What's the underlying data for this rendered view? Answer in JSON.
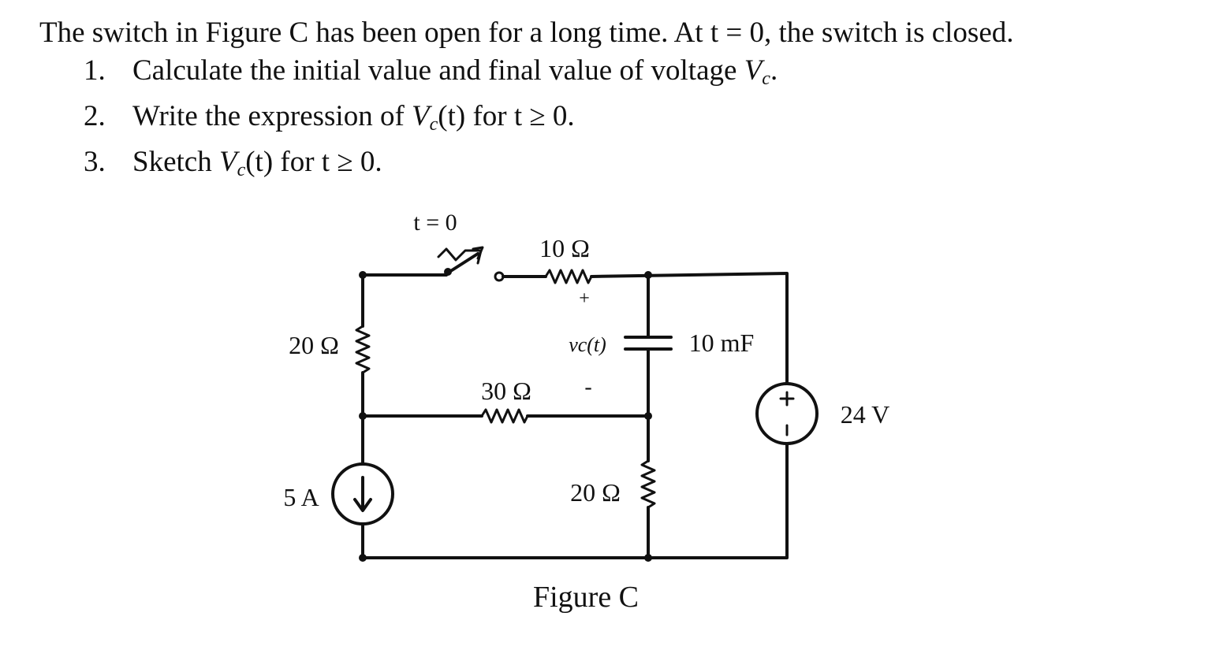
{
  "problem": {
    "statement": "The switch in Figure C has been open for a long time. At t = 0, the switch is closed.",
    "questions": [
      {
        "number": "1.",
        "text_before": "Calculate the initial value and final value of voltage ",
        "symbol": "V",
        "subscript": "c",
        "text_after": "."
      },
      {
        "number": "2.",
        "text_before": "Write the expression of ",
        "symbol": "V",
        "subscript": "c",
        "text_after": "(t) for t ≥ 0."
      },
      {
        "number": "3.",
        "text_before": "Sketch ",
        "symbol": "V",
        "subscript": "c",
        "text_after": "(t) for t ≥ 0."
      }
    ]
  },
  "figure": {
    "caption": "Figure C",
    "labels": {
      "switch_time": "t = 0",
      "resistor_top": "10 Ω",
      "resistor_left": "20 Ω",
      "resistor_middle": "30 Ω",
      "resistor_bottom": "20 Ω",
      "capacitor": "10 mF",
      "capacitor_voltage": "vc(t)",
      "capacitor_plus": "+",
      "capacitor_minus": "-",
      "current_source": "5 A",
      "voltage_source": "24 V",
      "vs_plus": "+",
      "vs_minus": "−"
    }
  }
}
